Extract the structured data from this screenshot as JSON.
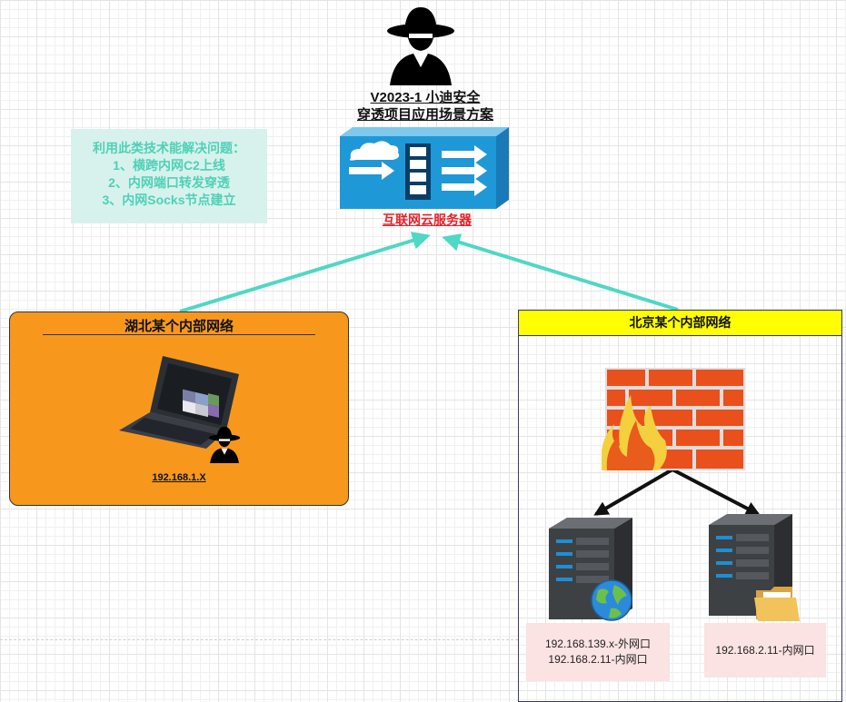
{
  "header": {
    "title_line1": "V2023-1 小迪安全",
    "title_line2": "穿透项目应用场景方案"
  },
  "notes": {
    "heading": "利用此类技术能解决问题：",
    "items": [
      "1、横跨内网C2上线",
      "2、内网端口转发穿透",
      "3、内网Socks节点建立"
    ]
  },
  "cloud_server": {
    "label": "互联网云服务器"
  },
  "hubei": {
    "title": "湖北某个内部网络",
    "ip": "192.168.1.X"
  },
  "beijing": {
    "title": "北京某个内部网络",
    "server_left_ips": [
      "192.168.139.x-外网口",
      "192.168.2.11-内网口"
    ],
    "server_right_ip": "192.168.2.11-内网口"
  },
  "colors": {
    "connector": "#4fd8c4",
    "hubei_bg": "#f7981d",
    "beijing_header": "#ffff00",
    "notes_bg": "#d7f2ec",
    "notes_text": "#4fd0b8",
    "cloud_label": "#e8202a",
    "ip_box": "#fbe3e3"
  },
  "icons": [
    "hacker-icon",
    "router-switch-icon",
    "laptop-icon",
    "firewall-icon",
    "server-icon",
    "globe-icon",
    "folder-icon"
  ]
}
